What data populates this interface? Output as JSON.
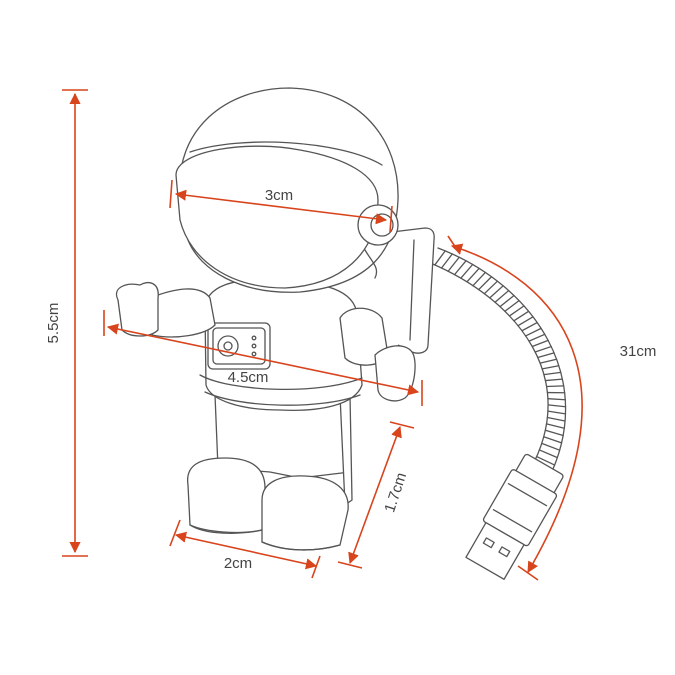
{
  "dimensions": {
    "height": "5.5cm",
    "helmet_width": "3cm",
    "arm_span": "4.5cm",
    "foot_width": "2cm",
    "foot_depth": "1.7cm",
    "cable_length": "31cm"
  },
  "colors": {
    "dimension_line": "#d8441c",
    "outline": "#555555",
    "label_text": "#444444",
    "background": "#ffffff"
  }
}
